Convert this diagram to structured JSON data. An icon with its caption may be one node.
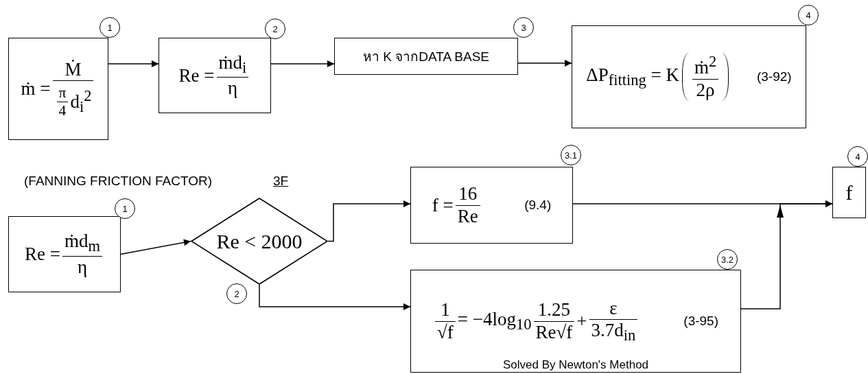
{
  "diagram": {
    "nodes": [
      {
        "text": [
          "ṁ =",
          "Ṁ",
          "π",
          "4",
          "d$_{i}$$^{2}$"
        ],
        "beside": [
          "1"
        ]
      },
      {
        "text": [
          "Re =",
          "ṁd$_{i}$",
          "η"
        ],
        "beside": [
          "2"
        ]
      },
      {
        "text": [
          "หา K จากDATA BASE"
        ],
        "beside": [
          "3"
        ]
      },
      {
        "text": [
          "ΔP$_{fitting}$ = K",
          "ṁ$^{2}$",
          "2ρ",
          "(3-92)"
        ],
        "beside": [
          "4"
        ]
      },
      {
        "text": [
          "Re =",
          "ṁd$_{m}$",
          "η"
        ],
        "beside": [
          "1"
        ]
      },
      {
        "text": [
          "Re < 2000"
        ],
        "beside": [
          "2"
        ]
      },
      {
        "text": [
          "f =",
          "16",
          "Re",
          "(9.4)"
        ],
        "beside": [
          "3.1"
        ]
      },
      {
        "text": [
          "1",
          "√f",
          "= −4log$_{10}$",
          "1.25",
          "Re√f",
          "+",
          "ε",
          "3.7d$_{in}$",
          "(3-95)",
          "Solved By Newton's Method"
        ],
        "beside": [
          "3.2"
        ]
      },
      {
        "text": [
          "f"
        ],
        "beside": [
          "4"
        ]
      }
    ],
    "edges": [
      {
        "from": 0,
        "to": 1,
        "arrow": "to"
      },
      {
        "from": 1,
        "to": 2,
        "arrow": "to"
      },
      {
        "from": 2,
        "to": 3,
        "arrow": "to"
      },
      {
        "from": 4,
        "to": 5,
        "arrow": "to"
      },
      {
        "from": 5,
        "to": 6,
        "arrow": "to"
      },
      {
        "from": 5,
        "to": 7,
        "arrow": "to"
      },
      {
        "from": 6,
        "to": 8,
        "arrow": "to"
      },
      {
        "from": 7,
        "to": 8,
        "arrow": "to"
      }
    ],
    "labels": [
      "(FANNING FRICTION FACTOR)",
      "3F"
    ]
  }
}
